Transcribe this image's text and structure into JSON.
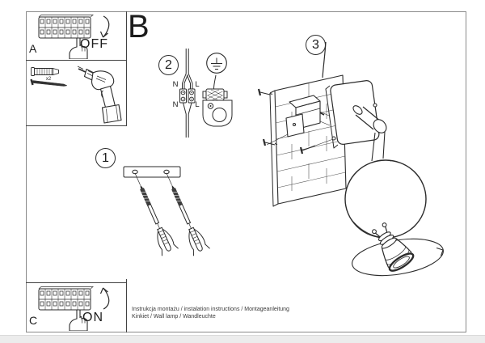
{
  "colors": {
    "background": "#ffffff",
    "line_art": "#2b2b2b",
    "frame_border": "#8a8a8a",
    "divider": "#424242",
    "footer_text": "#3a3a3a",
    "bottom_strip": "#ececec"
  },
  "left_column": {
    "panel_a": {
      "label": "A",
      "state": "OFF"
    },
    "panel_tools": {
      "anchor_qty": "x2"
    },
    "panel_c": {
      "label": "C",
      "state": "ON"
    }
  },
  "main": {
    "section_label": "B",
    "step1": {
      "number": "1"
    },
    "step2": {
      "number": "2",
      "wire_top_left": "N",
      "wire_top_right": "L",
      "wire_bottom_left": "N",
      "wire_bottom_right": "L"
    },
    "step3": {
      "number": "3"
    },
    "footer": {
      "line1": "Instrukcja montażu / instalation instructions / Montageanleitung",
      "line2": "Kinkiet / Wall lamp / Wandleuchte"
    }
  }
}
